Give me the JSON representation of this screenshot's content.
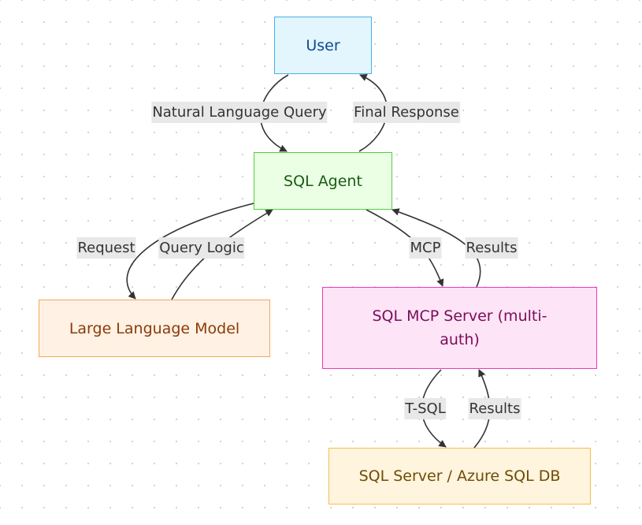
{
  "nodes": {
    "user": "User",
    "sql_agent": "SQL Agent",
    "llm": "Large Language Model",
    "mcp_server": "SQL MCP Server (multi-auth)",
    "database": "SQL Server / Azure SQL DB"
  },
  "edges": {
    "user_to_agent": "Natural Language Query",
    "agent_to_user": "Final Response",
    "agent_to_llm": "Request",
    "llm_to_agent": "Query Logic",
    "agent_to_mcp": "MCP",
    "mcp_to_agent": "Results",
    "mcp_to_db": "T-SQL",
    "db_to_mcp": "Results"
  },
  "colors": {
    "user": "#45b3e7",
    "sql_agent": "#52cd43",
    "llm": "#f4a85c",
    "mcp_server": "#e43eb6",
    "database": "#f3be52",
    "edge": "#333333"
  }
}
